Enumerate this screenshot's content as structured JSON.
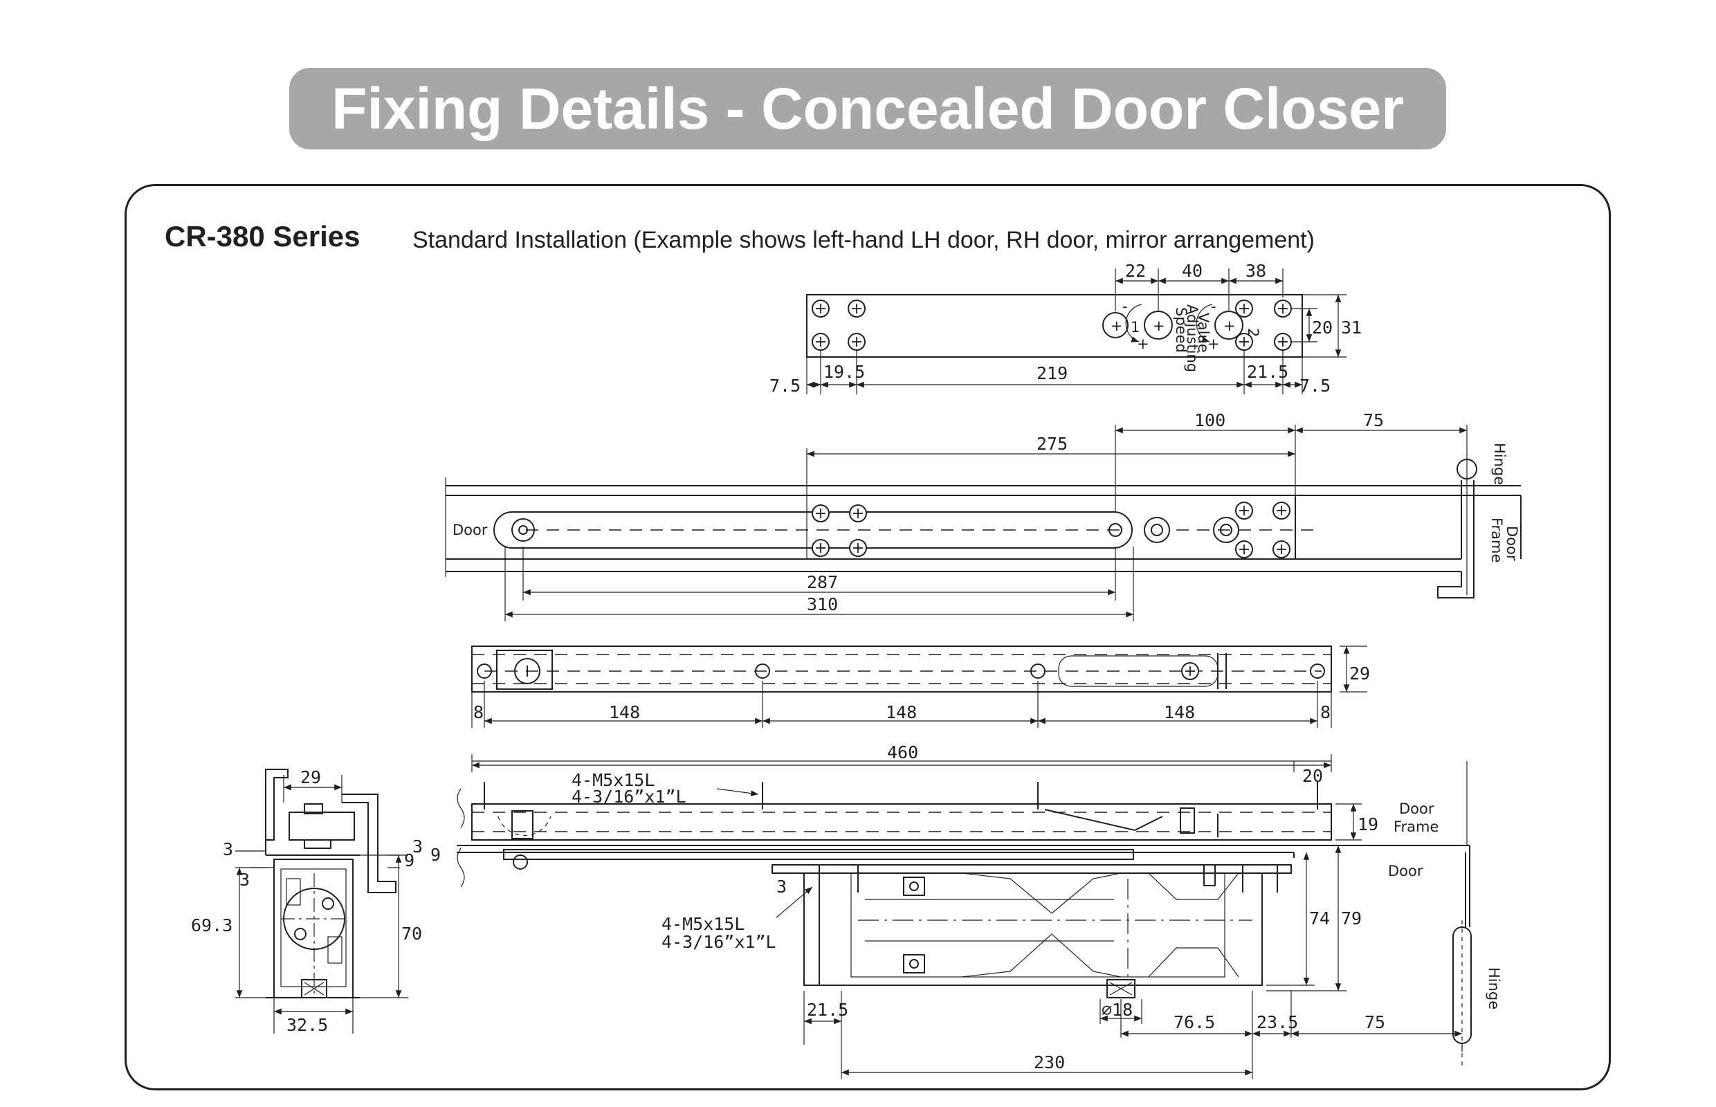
{
  "title": "Fixing Details - Concealed Door Closer",
  "series": "CR-380 Series",
  "subtitle": "Standard Installation (Example shows left-hand LH door, RH door, mirror arrangement)",
  "labels": {
    "door": "Door",
    "door_frame_1": "Door",
    "door_frame_2": "Frame",
    "hinge": "Hinge",
    "speed_1": "Speed",
    "speed_2": "Adjusting",
    "speed_3": "Value",
    "valve_1": "1",
    "valve_2": "2",
    "screw_spec_a1": "4-M5x15L",
    "screw_spec_a2": "4-3/16”x1”L",
    "screw_spec_b1": "4-M5x15L",
    "screw_spec_b2": "4-3/16”x1”L",
    "frame_word_door": "Door",
    "frame_word_frame": "Frame",
    "door_word": "Door",
    "hinge_word": "Hinge"
  },
  "dims": {
    "top_22": "22",
    "top_40": "40",
    "top_38": "38",
    "top_20": "20",
    "top_31": "31",
    "top_7_5_l": "7.5",
    "top_19_5": "19.5",
    "top_219": "219",
    "top_21_5": "21.5",
    "top_7_5_r": "7.5",
    "arm_100": "100",
    "arm_75": "75",
    "arm_275": "275",
    "arm_287": "287",
    "arm_310": "310",
    "body_29": "29",
    "body_8_l": "8",
    "body_148_a": "148",
    "body_148_b": "148",
    "body_148_c": "148",
    "body_8_r": "8",
    "sec_460": "460",
    "sec_20": "20",
    "sec_19": "19",
    "sec_3a": "3",
    "sec_9": "9",
    "sec_3b": "3",
    "sec_74": "74",
    "sec_79": "79",
    "sec_21_5": "21.5",
    "sec_d18": "⌀18",
    "sec_76_5": "76.5",
    "sec_23_5": "23.5",
    "sec_75": "75",
    "sec_230": "230",
    "end_29": "29",
    "end_3a": "3",
    "end_3b": "3",
    "end_9": "9",
    "end_69_3": "69.3",
    "end_70": "70",
    "end_32_5": "32.5"
  }
}
